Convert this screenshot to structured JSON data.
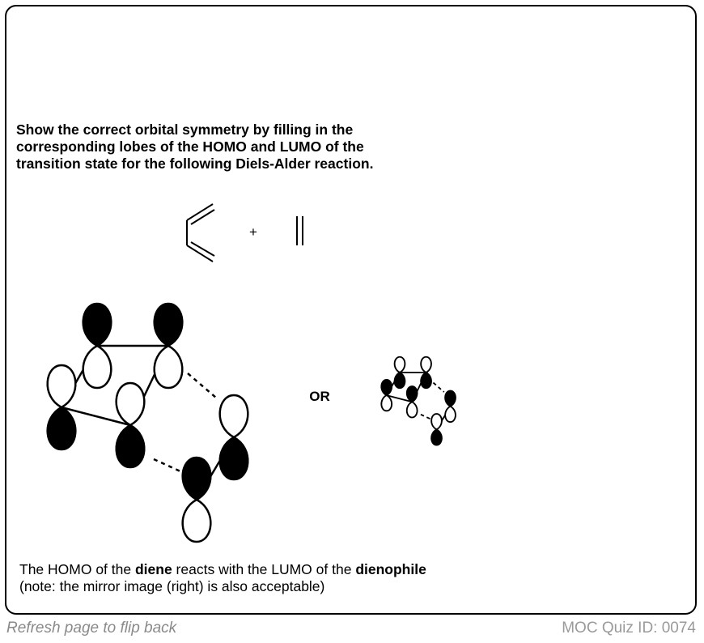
{
  "question": {
    "lines": [
      "Show the correct orbital symmetry by filling in the",
      "corresponding lobes of the HOMO and LUMO of the",
      "transition state for the following Diels-Alder reaction."
    ]
  },
  "reaction": {
    "plus": "+"
  },
  "diagram": {
    "or_label": "OR"
  },
  "answer": {
    "line1_a": "The HOMO of the ",
    "line1_b": "diene",
    "line1_c": " reacts with the LUMO of the ",
    "line1_d": "dienophile",
    "line2": "(note: the mirror image (right) is also acceptable)"
  },
  "footer": {
    "refresh": "Refresh page to flip back",
    "quiz_id": "MOC Quiz ID: 0074"
  }
}
